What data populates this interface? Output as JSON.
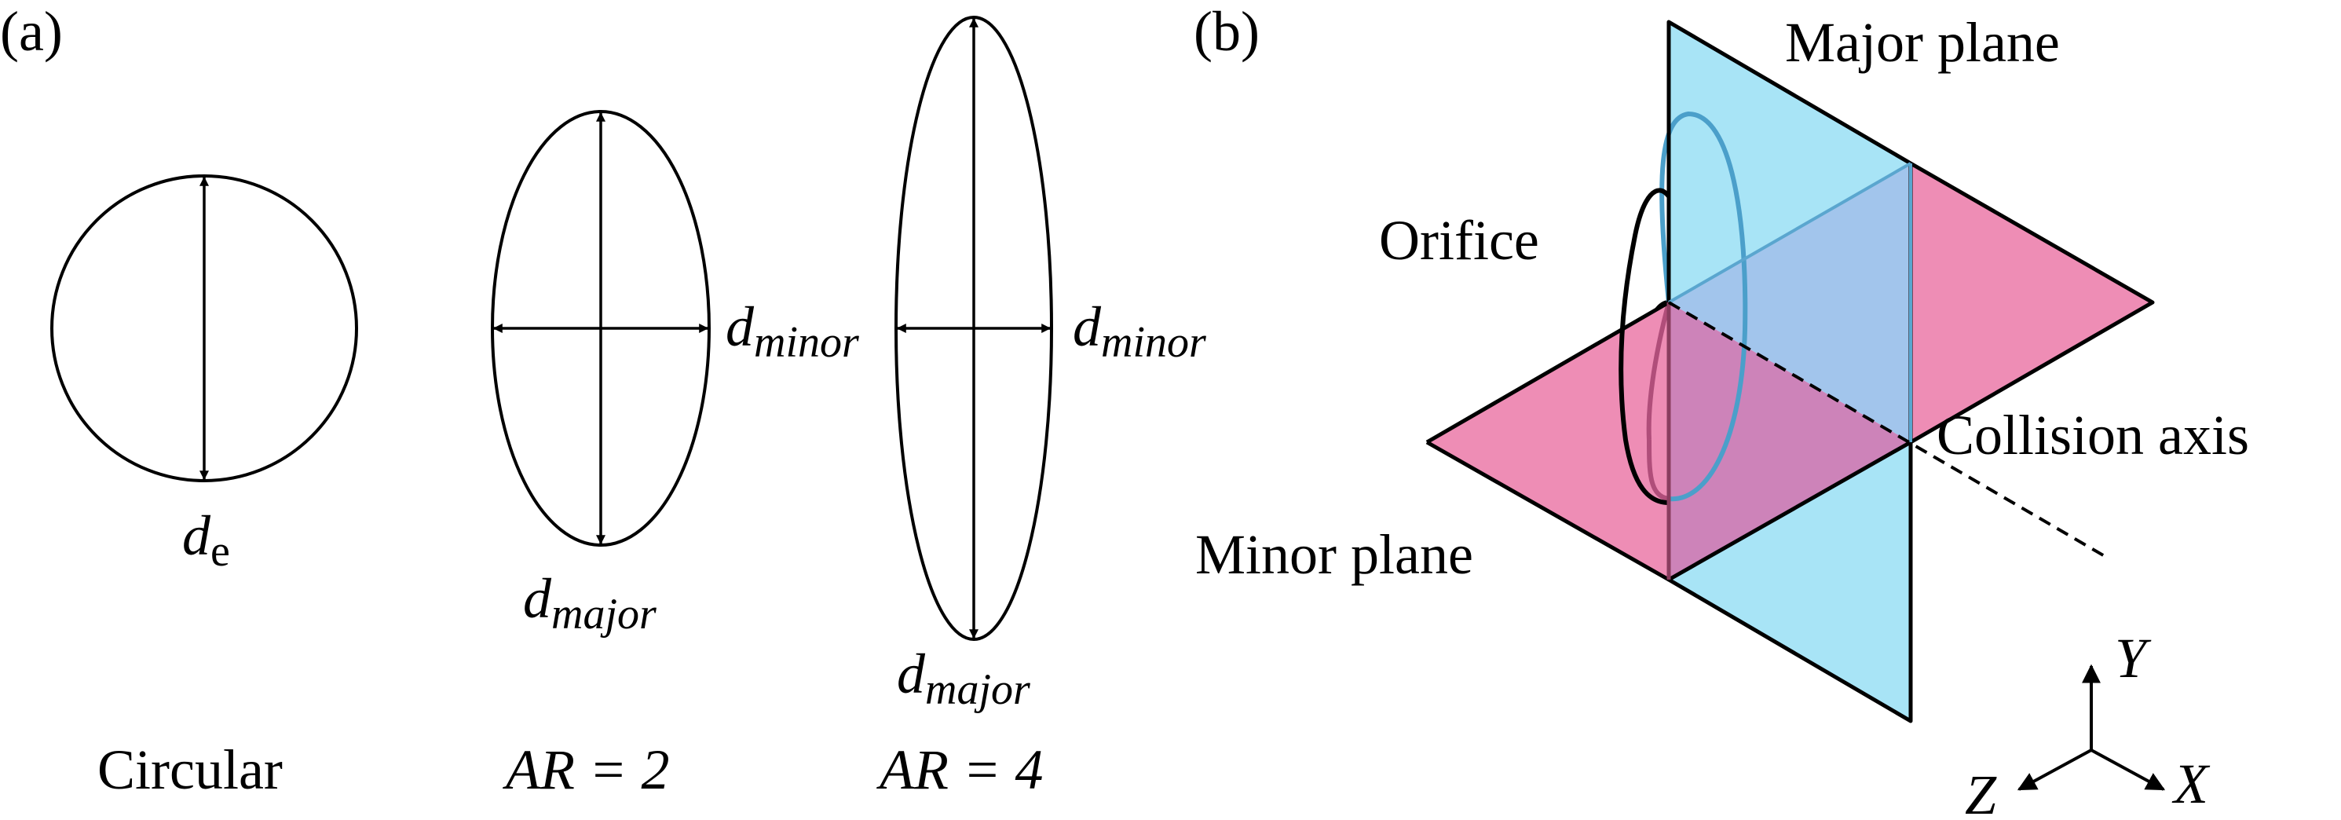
{
  "panel_a": {
    "label": "(a)",
    "circular": {
      "diameter_letter": "d",
      "diameter_subscript": "e",
      "caption": "Circular"
    },
    "ar2": {
      "minor_letter": "d",
      "minor_subscript": "minor",
      "major_letter": "d",
      "major_subscript": "major",
      "caption": "AR = 2"
    },
    "ar4": {
      "minor_letter": "d",
      "minor_subscript": "minor",
      "major_letter": "d",
      "major_subscript": "major",
      "caption": "AR = 4"
    }
  },
  "panel_b": {
    "label": "(b)",
    "major_plane": "Major plane",
    "minor_plane": "Minor plane",
    "orifice": "Orifice",
    "collision_axis": "Collision axis",
    "axes": {
      "y": "Y",
      "x": "X",
      "z": "Z"
    }
  },
  "colors": {
    "major_plane": "#a8e4f6",
    "minor_plane": "#ee8db5",
    "overlap": "#cd83b9",
    "ring_front": "#4b9fca",
    "ring_back": "#b04e7a"
  }
}
